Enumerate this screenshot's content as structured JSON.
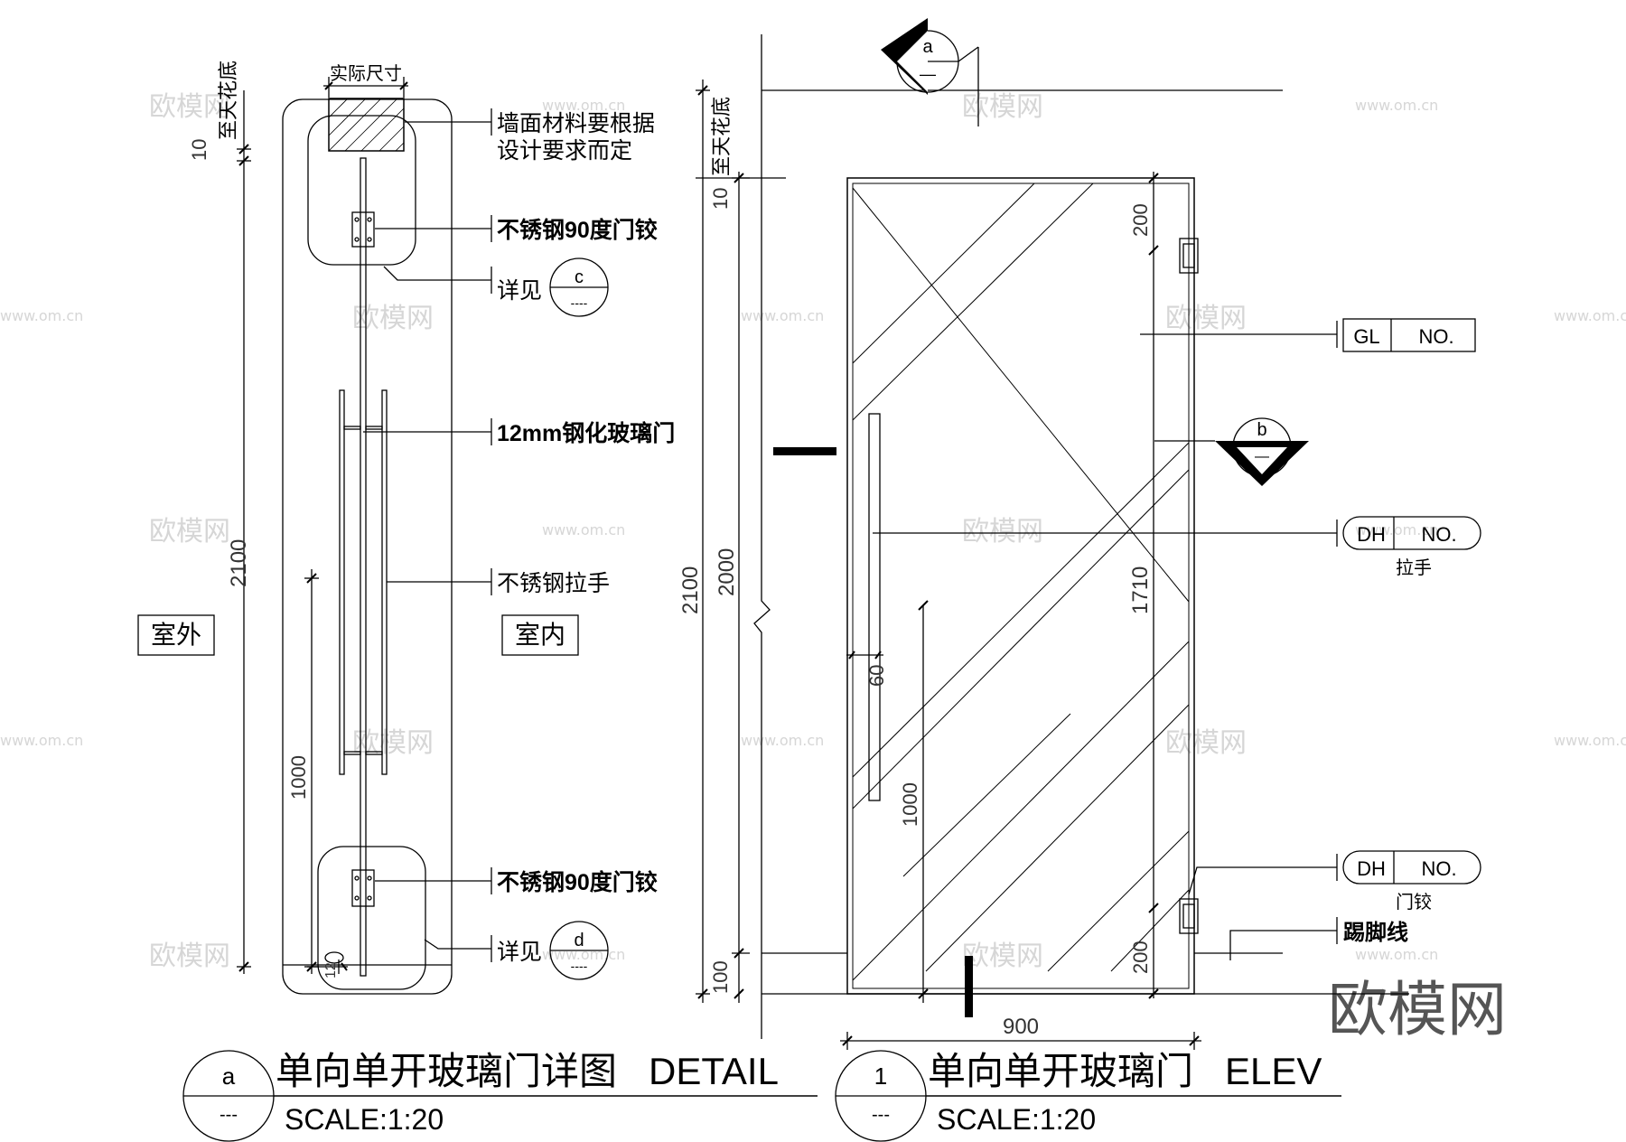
{
  "detail": {
    "dim_top_label": "实际尺寸",
    "ceiling_note": "至天花底",
    "dim_10": "10",
    "dim_2100": "2100",
    "dim_1000": "1000",
    "dim_12": "12",
    "outside_label": "室外",
    "inside_label": "室内",
    "notes": {
      "wall_line1": "墙面材料要根据",
      "wall_line2": "设计要求而定",
      "hinge_top": "不锈钢90度门铰",
      "see_c": "详见",
      "glass": "12mm钢化玻璃门",
      "handle": "不锈钢拉手",
      "hinge_bottom": "不锈钢90度门铰",
      "see_d": "详见"
    },
    "bubble_c_letter": "c",
    "bubble_c_sheet": "----",
    "bubble_d_letter": "d",
    "bubble_d_sheet": "----",
    "title_bubble_letter": "a",
    "title_bubble_sheet": "---",
    "title": "单向单开玻璃门详图   DETAIL",
    "scale": "SCALE:1:20"
  },
  "elev": {
    "ceiling_note": "至天花底",
    "dim_10": "10",
    "dim_2100": "2100",
    "dim_2000": "2000",
    "dim_100": "100",
    "dim_200_top": "200",
    "dim_1710": "1710",
    "dim_200_bottom": "200",
    "dim_1000": "1000",
    "dim_60": "60",
    "dim_900": "900",
    "section_a_letter": "a",
    "section_a_sheet": "—",
    "section_b_letter": "b",
    "section_b_sheet": "—",
    "tag_gl_code": "GL",
    "tag_gl_no": "NO.",
    "tag_dh1_code": "DH",
    "tag_dh1_no": "NO.",
    "tag_dh1_caption": "拉手",
    "tag_dh2_code": "DH",
    "tag_dh2_no": "NO.",
    "tag_dh2_caption": "门铰",
    "skirting_label": "踢脚线",
    "title_bubble_num": "1",
    "title_bubble_sheet": "---",
    "title": "单向单开玻璃门   ELEV",
    "scale": "SCALE:1:20"
  },
  "watermark": {
    "brand_cn": "欧模网",
    "url": "www.om.cn"
  }
}
